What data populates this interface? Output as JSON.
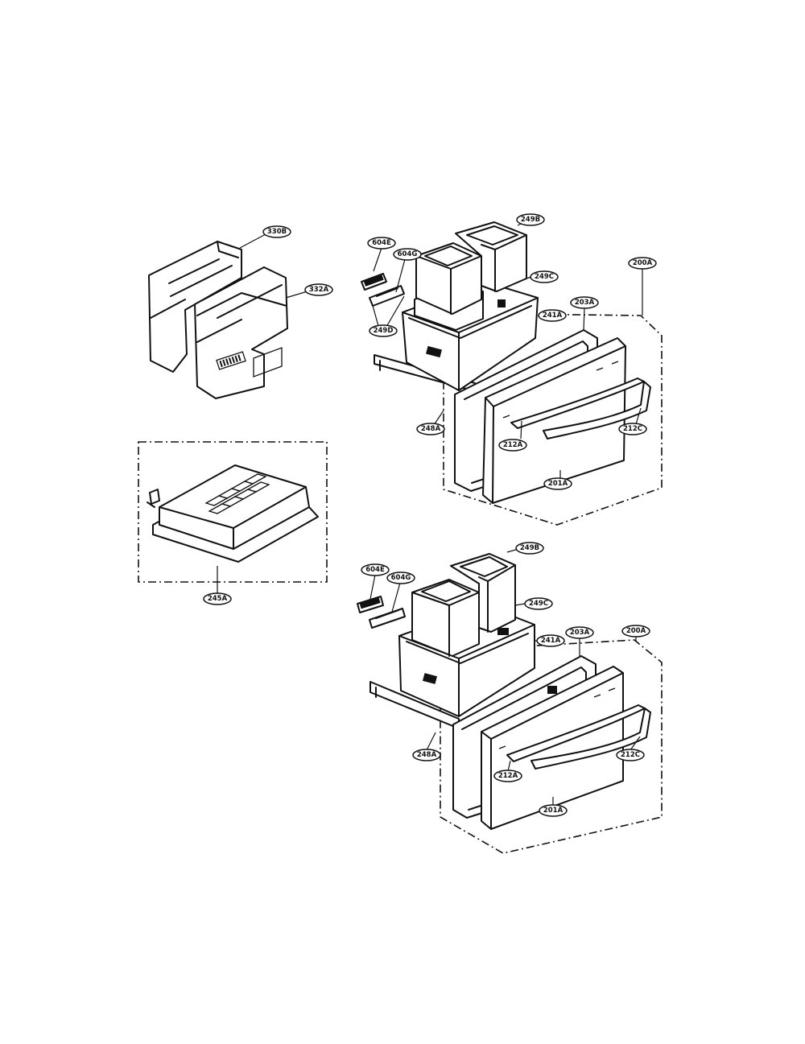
{
  "parts": {
    "tl_330b": "330B",
    "tl_332a": "332A",
    "ml_245a": "245A",
    "t_604e": "604E",
    "t_604g": "604G",
    "t_249d": "249D",
    "t_249b": "249B",
    "t_249c": "249C",
    "t_241a": "241A",
    "t_203a": "203A",
    "t_200a": "200A",
    "t_248a": "248A",
    "t_212a": "212A",
    "t_212c": "212C",
    "t_201a": "201A",
    "b_604e": "604E",
    "b_604g": "604G",
    "b_249b": "249B",
    "b_249c": "249C",
    "b_241a": "241A",
    "b_203a": "203A",
    "b_200a": "200A",
    "b_248a": "248A",
    "b_212a": "212A",
    "b_212c": "212C",
    "b_201a": "201A"
  }
}
